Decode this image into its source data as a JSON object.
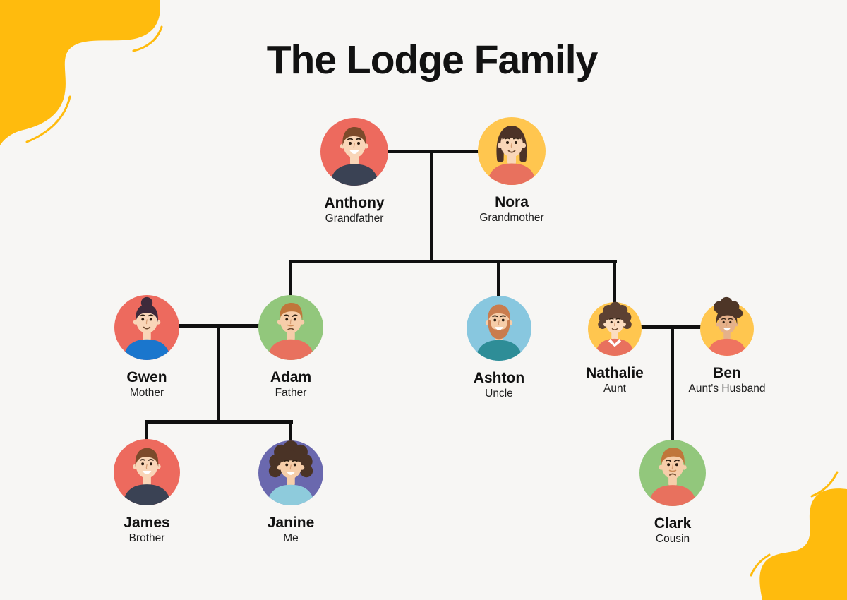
{
  "page": {
    "title": "The Lodge Family",
    "background_color": "#F7F6F4",
    "blob_color": "#FFBB0D",
    "connector_color": "#101010"
  },
  "people": [
    {
      "id": "anthony",
      "name": "Anthony",
      "relation": "Grandfather",
      "avatar": {
        "bg": "#ED6A5E",
        "skin": "#F9D6B8",
        "shirt": "#3A4254",
        "hair": "short",
        "hair_color": "#7C4A2B",
        "mouth": "teeth",
        "brows": "normal"
      }
    },
    {
      "id": "nora",
      "name": "Nora",
      "relation": "Grandmother",
      "avatar": {
        "bg": "#FFC64F",
        "skin": "#F9D6B8",
        "shirt": "#E8715E",
        "hair": "bob",
        "hair_color": "#4C3227",
        "mouth": "smile",
        "brows": "normal"
      }
    },
    {
      "id": "gwen",
      "name": "Gwen",
      "relation": "Mother",
      "avatar": {
        "bg": "#ED6A5E",
        "skin": "#F9D6B8",
        "shirt": "#1A76CD",
        "hair": "bun",
        "hair_color": "#3E2A3B",
        "mouth": "smile",
        "brows": "normal"
      }
    },
    {
      "id": "adam",
      "name": "Adam",
      "relation": "Father",
      "avatar": {
        "bg": "#92C77C",
        "skin": "#F6CDA9",
        "shirt": "#E8715E",
        "hair": "swept",
        "hair_color": "#C0763B",
        "mouth": "frown",
        "brows": "worried",
        "mustache": true
      }
    },
    {
      "id": "ashton",
      "name": "Ashton",
      "relation": "Uncle",
      "avatar": {
        "bg": "#88C7DF",
        "skin": "#F6CDA9",
        "shirt": "#2E8D97",
        "hair": "beard",
        "hair_color": "#C97C4E",
        "mouth": "teeth",
        "brows": "normal"
      }
    },
    {
      "id": "nathalie",
      "name": "Nathalie",
      "relation": "Aunt",
      "avatar": {
        "bg": "#FFC64F",
        "skin": "#FBDCC0",
        "shirt": "#E8715E",
        "hair": "curly-short",
        "hair_color": "#5C4133",
        "mouth": "smile",
        "brows": "normal",
        "collar": true
      }
    },
    {
      "id": "ben",
      "name": "Ben",
      "relation": "Aunt's Husband",
      "avatar": {
        "bg": "#FFC64F",
        "skin": "#E5B18A",
        "shirt": "#EF7460",
        "hair": "messy",
        "hair_color": "#4E3627",
        "mouth": "teeth",
        "brows": "normal"
      }
    },
    {
      "id": "james",
      "name": "James",
      "relation": "Brother",
      "avatar": {
        "bg": "#ED6A5E",
        "skin": "#F9D6B8",
        "shirt": "#3A4254",
        "hair": "short",
        "hair_color": "#7C4A2B",
        "mouth": "teeth",
        "brows": "normal"
      }
    },
    {
      "id": "janine",
      "name": "Janine",
      "relation": "Me",
      "avatar": {
        "bg": "#6A68AE",
        "skin": "#F6CDA9",
        "shirt": "#8ECBDC",
        "hair": "curly-big",
        "hair_color": "#4A3326",
        "mouth": "teeth",
        "brows": "normal"
      }
    },
    {
      "id": "clark",
      "name": "Clark",
      "relation": "Cousin",
      "avatar": {
        "bg": "#92C77C",
        "skin": "#F6CDA9",
        "shirt": "#E8715E",
        "hair": "swept",
        "hair_color": "#C0763B",
        "mouth": "frown",
        "brows": "worried",
        "mustache": true
      }
    }
  ]
}
